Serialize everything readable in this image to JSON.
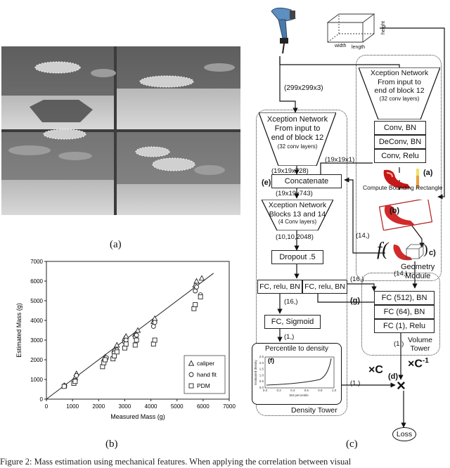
{
  "captions": {
    "a": "(a)",
    "b": "(b)",
    "c": "(c)"
  },
  "figure_caption": "Figure 2: Mass estimation using mechanical features. When applying the correlation between visual ",
  "chart_data": {
    "type": "scatter",
    "title": "",
    "xlabel": "Measured Mass (g)",
    "ylabel": "Estimated Mass (g)",
    "xlim": [
      0,
      7000
    ],
    "ylim": [
      0,
      7000
    ],
    "xticks": [
      "0",
      "1000",
      "2000",
      "3000",
      "4000",
      "5000",
      "6000",
      "7000"
    ],
    "yticks": [
      "0",
      "1000",
      "2000",
      "3000",
      "4000",
      "5000",
      "6000",
      "7000"
    ],
    "grid": false,
    "legend_position": "bottom-right",
    "reference_line": [
      [
        0,
        0
      ],
      [
        6400,
        6400
      ]
    ],
    "series": [
      {
        "name": "caliper",
        "marker": "triangle",
        "x": [
          680,
          1100,
          1150,
          2250,
          2600,
          2700,
          3000,
          3050,
          3400,
          3500,
          4100,
          4150,
          5700,
          5750,
          5950
        ],
        "y": [
          700,
          1100,
          1300,
          2150,
          2500,
          2750,
          3100,
          3200,
          3300,
          3500,
          3950,
          4100,
          5800,
          6000,
          6150
        ]
      },
      {
        "name": "hand fit",
        "marker": "circle",
        "x": [
          700,
          1100,
          1150,
          2200,
          2300,
          2600,
          2700,
          3000,
          3050,
          3400,
          3450,
          4100,
          4150,
          5700,
          5750,
          5900
        ],
        "y": [
          680,
          950,
          1200,
          1950,
          2100,
          2350,
          2500,
          2900,
          3000,
          3150,
          3250,
          3700,
          3900,
          5500,
          5700,
          5300
        ]
      },
      {
        "name": "PDM",
        "marker": "square",
        "x": [
          680,
          1050,
          1100,
          2150,
          2200,
          2250,
          2550,
          2600,
          2700,
          3000,
          3050,
          3400,
          3450,
          4100,
          4150,
          5650,
          5700,
          5900
        ],
        "y": [
          650,
          800,
          900,
          1650,
          1850,
          2000,
          2050,
          2200,
          2400,
          2600,
          2800,
          2750,
          3000,
          2800,
          3000,
          4600,
          4800,
          5200
        ]
      }
    ]
  },
  "diagram": {
    "input_dim": "(299x299x3)",
    "box_labels": {
      "width": "width",
      "length": "length",
      "height": "height"
    },
    "xception_left": [
      "Xception Network",
      "From input to",
      "end of block 12"
    ],
    "xception_left_sub": "(32 conv layers)",
    "xception_right": [
      "Xception Network",
      "From input to",
      "end of block 12"
    ],
    "xception_right_sub": "(32 conv layers)",
    "conv_bn": "Conv, BN",
    "deconv_bn": "DeConv, BN",
    "conv_relu": "Conv, Relu",
    "dim_19_728": "(19x19x728)",
    "dim_19_1": "(19x19x1)",
    "label_a": "(a)",
    "label_b": "(b)",
    "label_c": "c)",
    "label_d": "(d)",
    "label_e": "(e)",
    "label_f": "(f)",
    "label_g": "(g)",
    "compute_bbox": "Compute Bounding Rectangle",
    "concatenate": "Concatenate",
    "dim_19_743": "(19x19x743)",
    "xception_mid": [
      "Xception Network",
      "Blocks 13 and 14"
    ],
    "xception_mid_sub": "(4 Conv layers)",
    "dim_10_2048": "(10,10,2048)",
    "dropout": "Dropout .5",
    "fc_left": "FC, relu, BN",
    "fc_right": "FC, relu, BN",
    "dim_14_a": "(14,)",
    "dim_14_b": "(14,)",
    "dim_16_a": "(16,)",
    "dim_16_b": "(16,)",
    "fc_sigmoid": "FC, Sigmoid",
    "dim_1_a": "(1,)",
    "dim_1_b": "(1,)",
    "dim_1_c": "(1,)",
    "f_symbol": "f(",
    "geometry_module": [
      "Geometry",
      "Module"
    ],
    "fc_512": "FC (512), BN",
    "fc_64": "FC (64), BN",
    "fc_1": "FC (1), Relu",
    "volume_tower": [
      "Volume",
      "Tower"
    ],
    "percentile_title": "Percentile to density",
    "density_tower": "Density Tower",
    "times_c": "×C",
    "times_c_inv": "×C",
    "c_inv_exp": "-1",
    "multiply": "×",
    "loss": "Loss",
    "mini_xlabel": "SM percentile",
    "mini_ylabel": "Estimated density",
    "mini_xticks": [
      "0.0",
      "0.2",
      "0.4",
      "0.6",
      "0.8",
      "1.0"
    ],
    "mini_yticks": [
      "0.0",
      "0.5",
      "1.0",
      "1.5",
      "2.0",
      "2.5"
    ]
  }
}
